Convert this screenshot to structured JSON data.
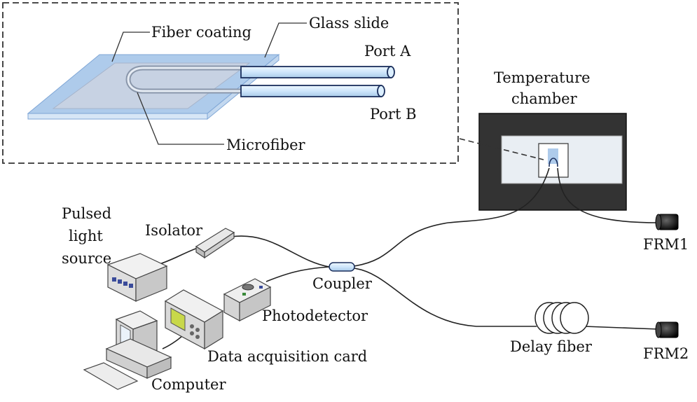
{
  "labels": {
    "fiber_coating": "Fiber coating",
    "glass_slide": "Glass slide",
    "port_a": "Port A",
    "port_b": "Port B",
    "microfiber": "Microfiber",
    "temp_line1": "Temperature",
    "temp_line2": "chamber",
    "pulsed_line1": "Pulsed",
    "pulsed_line2": "light",
    "pulsed_line3": "source",
    "isolator": "Isolator",
    "coupler": "Coupler",
    "photodetector": "Photodetector",
    "daq": "Data acquisition card",
    "computer": "Computer",
    "delay_fiber": "Delay fiber",
    "frm1": "FRM1",
    "frm2": "FRM2"
  },
  "colors": {
    "glass": "#aecbeb",
    "glass_edge": "#7fa6d6",
    "coating": "#c7d2e3",
    "fiber_tube": "#dcefff",
    "fiber_outline": "#1b2f5c",
    "chamber_outer": "#333333",
    "chamber_inner": "#e9eef3",
    "screen_green": "#c8d84a"
  }
}
